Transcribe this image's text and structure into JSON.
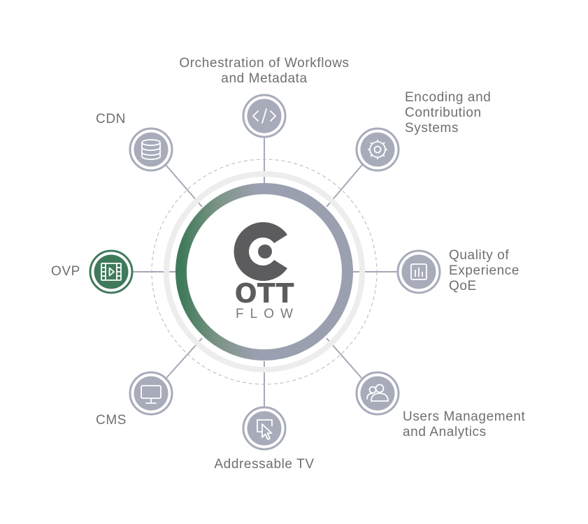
{
  "center": {
    "brand_main": "OTT",
    "brand_sub": "FLOW"
  },
  "colors": {
    "accent_green": "#3f7a5a",
    "ring_gray": "#9ba0b0",
    "node_gray": "#a7abba",
    "line_gray": "#a5a8b5",
    "text_gray": "#6f6f72",
    "logo_dark": "#5c5c5f"
  },
  "nodes": {
    "orchestration": {
      "lines": [
        "Orchestration of Workflows",
        "and Metadata"
      ],
      "icon": "code-icon"
    },
    "encoding": {
      "lines": [
        "Encoding and",
        "Contribution",
        "Systems"
      ],
      "icon": "gear-icon"
    },
    "qoe": {
      "lines": [
        "Quality of",
        "Experience",
        "QoE"
      ],
      "icon": "chart-icon"
    },
    "users": {
      "lines": [
        "Users Management",
        "and Analytics"
      ],
      "icon": "users-icon"
    },
    "addressable": {
      "lines": [
        "Addressable TV"
      ],
      "icon": "cursor-icon"
    },
    "cms": {
      "lines": [
        "CMS"
      ],
      "icon": "monitor-icon"
    },
    "ovp": {
      "lines": [
        "OVP"
      ],
      "icon": "video-icon",
      "highlighted": true
    },
    "cdn": {
      "lines": [
        "CDN"
      ],
      "icon": "database-icon"
    }
  }
}
